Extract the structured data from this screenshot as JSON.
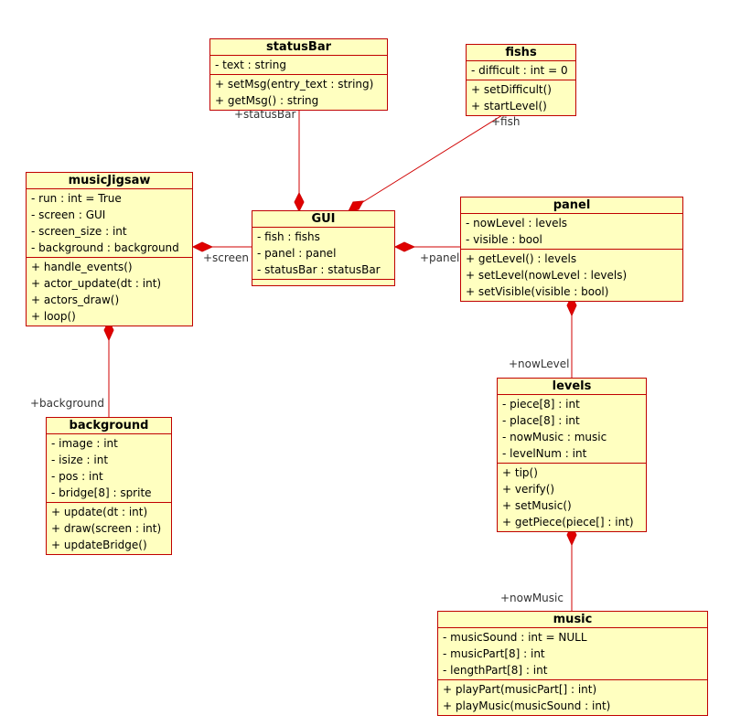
{
  "classes": {
    "statusBar": {
      "name": "statusBar",
      "attributes": [
        "- text : string"
      ],
      "operations": [
        "+ setMsg(entry_text : string)",
        "+ getMsg() : string"
      ]
    },
    "fishs": {
      "name": "fishs",
      "attributes": [
        "- difficult : int = 0"
      ],
      "operations": [
        "+ setDifficult()",
        "+ startLevel()"
      ]
    },
    "musicJigsaw": {
      "name": "musicJigsaw",
      "attributes": [
        "- run : int = True",
        "- screen : GUI",
        "- screen_size : int",
        "- background : background"
      ],
      "operations": [
        "+ handle_events()",
        "+ actor_update(dt : int)",
        "+ actors_draw()",
        "+ loop()"
      ]
    },
    "GUI": {
      "name": "GUI",
      "attributes": [
        "- fish : fishs",
        "- panel : panel",
        "- statusBar : statusBar"
      ],
      "operations": []
    },
    "panel": {
      "name": "panel",
      "attributes": [
        "- nowLevel : levels",
        "- visible : bool"
      ],
      "operations": [
        "+ getLevel() : levels",
        "+ setLevel(nowLevel : levels)",
        "+ setVisible(visible : bool)"
      ]
    },
    "background": {
      "name": "background",
      "attributes": [
        "- image : int",
        "- isize : int",
        "- pos : int",
        "- bridge[8] : sprite"
      ],
      "operations": [
        "+ update(dt : int)",
        "+ draw(screen : int)",
        "+ updateBridge()"
      ]
    },
    "levels": {
      "name": "levels",
      "attributes": [
        "- piece[8] : int",
        "- place[8] : int",
        "- nowMusic : music",
        "- levelNum : int"
      ],
      "operations": [
        "+ tip()",
        "+ verify()",
        "+ setMusic()",
        "+ getPiece(piece[] : int)"
      ]
    },
    "music": {
      "name": "music",
      "attributes": [
        "- musicSound : int = NULL",
        "- musicPart[8] : int",
        "- lengthPart[8] : int"
      ],
      "operations": [
        "+ playPart(musicPart[] : int)",
        "+ playMusic(musicSound : int)"
      ]
    }
  },
  "roles": {
    "statusBar": "+statusBar",
    "fish": "+fish",
    "screen": "+screen",
    "panel": "+panel",
    "background": "+background",
    "nowLevel": "+nowLevel",
    "nowMusic": "+nowMusic"
  },
  "colors": {
    "border": "#c00000",
    "fill": "#ffffc0",
    "line": "#d00000"
  }
}
